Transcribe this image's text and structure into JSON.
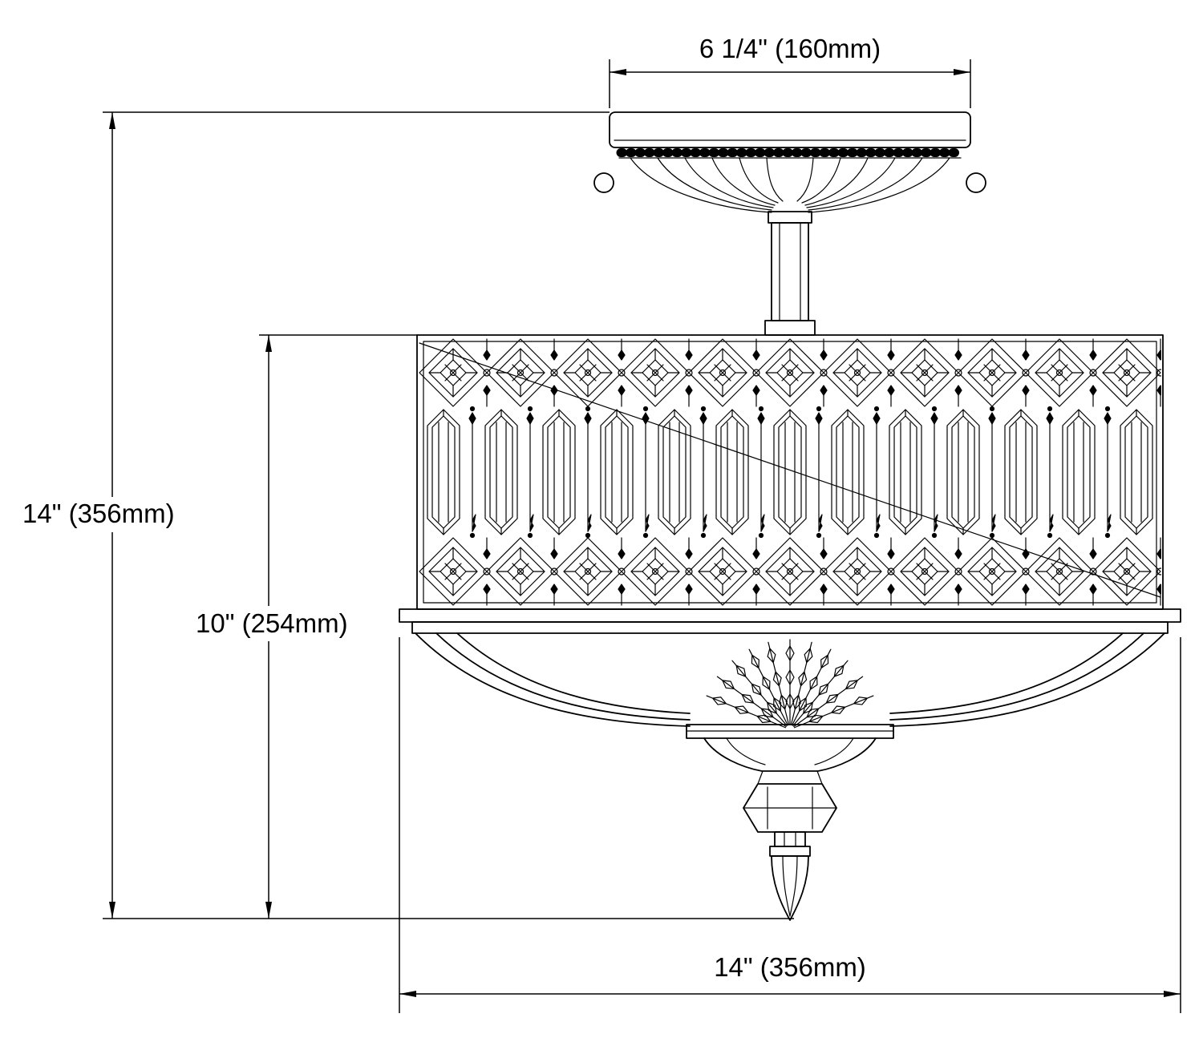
{
  "diagram": {
    "type": "technical-dimension-drawing",
    "subject": "crystal semi-flush ceiling light fixture, front elevation",
    "background_color": "#ffffff",
    "line_color": "#000000",
    "dimensions": {
      "canopy_width": {
        "label": "6 1/4\" (160mm)",
        "position": "top"
      },
      "overall_height": {
        "label": "14\" (356mm)",
        "position": "left-outer"
      },
      "shade_height": {
        "label": "10\" (254mm)",
        "position": "left-inner"
      },
      "overall_width": {
        "label": "14\" (356mm)",
        "position": "bottom"
      }
    }
  }
}
